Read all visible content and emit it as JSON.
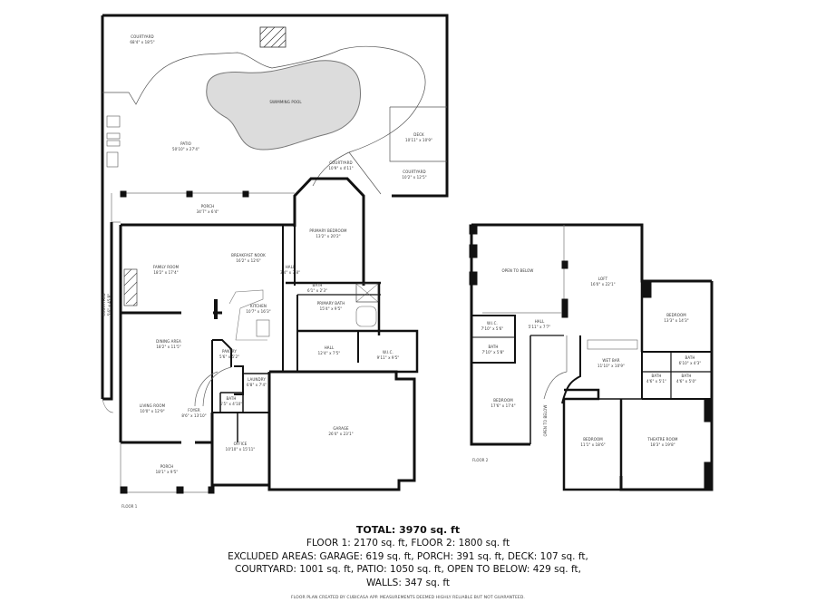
{
  "floor1": {
    "label": "FLOOR 1",
    "rooms": [
      {
        "name": "COURTYARD",
        "dims": "68'4\" x 18'5\""
      },
      {
        "name": "SWIMMING POOL",
        "dims": ""
      },
      {
        "name": "PATIO",
        "dims": "50'10\" x 27'4\""
      },
      {
        "name": "DECK",
        "dims": "10'11\" x 10'9\""
      },
      {
        "name": "COURTYARD",
        "dims": "10'9\" x 4'11\""
      },
      {
        "name": "COURTYARD",
        "dims": "10'2\" x 12'5\""
      },
      {
        "name": "PORCH",
        "dims": "34'7\" x 6'4\""
      },
      {
        "name": "PRIMARY BEDROOM",
        "dims": "13'2\" x 20'2\""
      },
      {
        "name": "FAMILY ROOM",
        "dims": "18'2\" x 17'4\""
      },
      {
        "name": "BREAKFAST NOOK",
        "dims": "16'2\" x 12'6\""
      },
      {
        "name": "HALL",
        "dims": "3'4\" x 7'8\""
      },
      {
        "name": "BATH",
        "dims": "6'1\" x 2'3\""
      },
      {
        "name": "KITCHEN",
        "dims": "10'7\" x 16'3\""
      },
      {
        "name": "PRIMARY BATH",
        "dims": "15'4\" x 9'5\""
      },
      {
        "name": "COURTYARD",
        "dims": "5'6\" x 45'8\""
      },
      {
        "name": "DINING AREA",
        "dims": "18'2\" x 11'5\""
      },
      {
        "name": "PANTRY",
        "dims": "5'6\" x 5'2\""
      },
      {
        "name": "HALL",
        "dims": "12'4\" x 7'5\""
      },
      {
        "name": "W.I.C.",
        "dims": "9'11\" x 9'5\""
      },
      {
        "name": "LAUNDRY",
        "dims": "6'8\" x 7'4\""
      },
      {
        "name": "BATH",
        "dims": "5'5\" x 4'10\""
      },
      {
        "name": "LIVING ROOM",
        "dims": "10'0\" x 12'9\""
      },
      {
        "name": "FOYER",
        "dims": "8'6\" x 13'10\""
      },
      {
        "name": "GARAGE",
        "dims": "26'4\" x 23'1\""
      },
      {
        "name": "OFFICE",
        "dims": "10'10\" x 15'11\""
      },
      {
        "name": "PORCH",
        "dims": "18'1\" x 9'5\""
      }
    ]
  },
  "floor2": {
    "label": "FLOOR 2",
    "rooms": [
      {
        "name": "OPEN TO BELOW",
        "dims": ""
      },
      {
        "name": "LOFT",
        "dims": "16'0\" x 22'1\""
      },
      {
        "name": "BEDROOM",
        "dims": "13'3\" x 14'3\""
      },
      {
        "name": "W.I.C.",
        "dims": "7'10\" x 5'6\""
      },
      {
        "name": "HALL",
        "dims": "5'11\" x 7'7\""
      },
      {
        "name": "BATH",
        "dims": "7'10\" x 5'8\""
      },
      {
        "name": "WET BAR",
        "dims": "11'10\" x 10'9\""
      },
      {
        "name": "BATH",
        "dims": "6'10\" x 4'3\""
      },
      {
        "name": "BATH",
        "dims": "4'6\" x 5'1\""
      },
      {
        "name": "BATH",
        "dims": "4'6\" x 5'0\""
      },
      {
        "name": "BEDROOM",
        "dims": "17'6\" x 17'4\""
      },
      {
        "name": "OPEN TO BELOW",
        "dims": ""
      },
      {
        "name": "BEDROOM",
        "dims": "11'1\" x 18'6\""
      },
      {
        "name": "THEATRE ROOM",
        "dims": "18'3\" x 19'8\""
      }
    ]
  },
  "summary": {
    "total_label": "TOTAL:",
    "total_value": "3970",
    "unit": "sq. ft",
    "floors_line": "FLOOR 1: 2170 sq. ft, FLOOR 2: 1800 sq. ft",
    "excluded_line_1": "EXCLUDED AREAS: GARAGE: 619 sq. ft, PORCH: 391 sq. ft, DECK: 107 sq. ft,",
    "excluded_line_2": "COURTYARD: 1001 sq. ft, PATIO: 1050 sq. ft, OPEN TO BELOW: 429 sq. ft,",
    "walls_line": "WALLS: 347 sq. ft",
    "disclaimer": "FLOOR PLAN CREATED BY CUBICASA APP. MEASUREMENTS DEEMED HIGHLY RELIABLE BUT NOT GUARANTEED."
  },
  "colors": {
    "wall": "#111111",
    "thin_line": "#555555",
    "pool_fill": "#dcdcdc",
    "background": "#ffffff"
  }
}
